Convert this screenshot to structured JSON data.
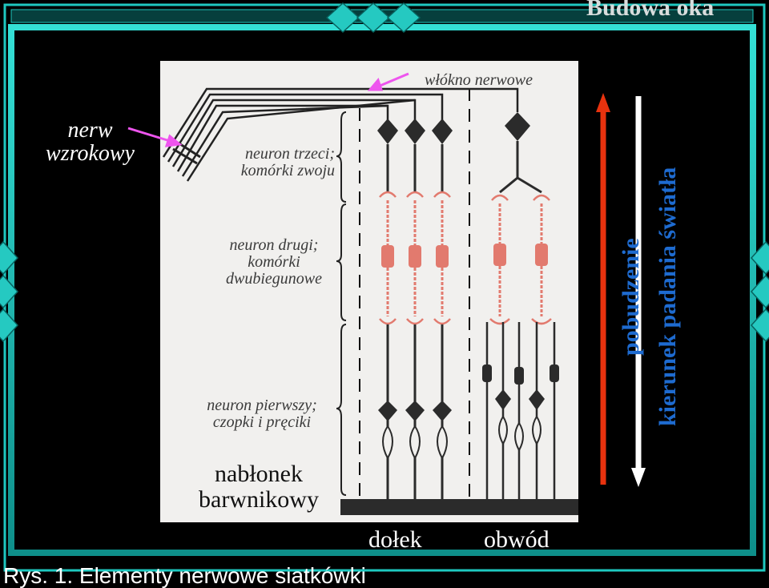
{
  "slide": {
    "title": "Budowa oka",
    "caption": "Rys. 1. Elementy nerwowe siatkówki"
  },
  "labels": {
    "optic_nerve": [
      "nerw",
      "wzrokowy"
    ],
    "nerve_fiber": "włókno nerwowe",
    "third_neuron": [
      "neuron trzeci;",
      "komórki zwoju"
    ],
    "second_neuron": [
      "neuron drugi;",
      "komórki",
      "dwubiegunowe"
    ],
    "first_neuron": [
      "neuron pierwszy;",
      "czopki i pręciki"
    ],
    "pigment_epithelium": [
      "nabłonek",
      "barwnikowy"
    ],
    "fovea": "dołek",
    "periphery": "obwód",
    "excitation": "pobudzenie",
    "light_direction": "kierunek padania światła"
  },
  "colors": {
    "frame_teal": "#1ec8c0",
    "frame_dark": "#0a6c6a",
    "panel_bg": "#f1f0ee",
    "cell_dark": "#2b2b2b",
    "bipolar_red": "#e27a6e",
    "pointer_magenta": "#ee55ee",
    "arrow_red": "#e8320e",
    "arrow_white": "#ffffff",
    "text_light": "#ffffff",
    "text_dark": "#3a3a3a"
  }
}
